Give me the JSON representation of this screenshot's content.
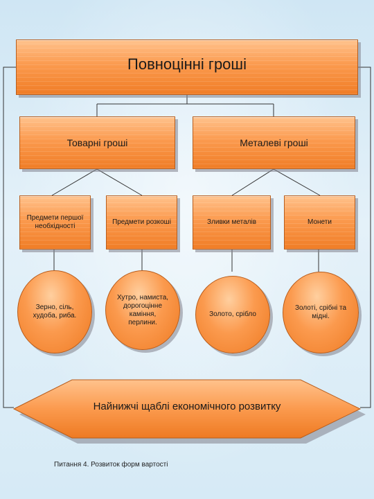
{
  "diagram": {
    "root": "Повноцінні гроші",
    "level1": [
      "Товарні гроші",
      "Металеві гроші"
    ],
    "level2": [
      "Предмети першої необхідності",
      "Предмети розкоші",
      "Зливки металів",
      "Монети"
    ],
    "level3": [
      "Зерно, сіль, худоба, риба.",
      "Хутро, намиста, дорогоцінне каміння, перлини.",
      "Золото, срібло",
      "Золоті, срібні та мідні."
    ],
    "bottom": "Найнижчі щаблі економічного розвитку"
  },
  "caption": "Питання 4. Розвиток форм вартості",
  "colors": {
    "box_fill": "#f58a3a",
    "box_border": "#b85d1c",
    "line": "#333333",
    "background": "#d6eaf6"
  }
}
